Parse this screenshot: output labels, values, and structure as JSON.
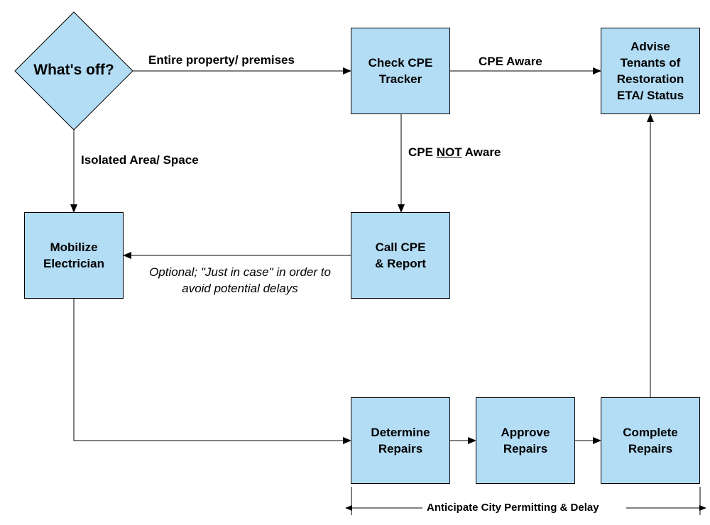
{
  "nodes": {
    "whats_off": "What's off?",
    "check_cpe_1": "Check CPE",
    "check_cpe_2": "Tracker",
    "advise_1": "Advise",
    "advise_2": "Tenants of",
    "advise_3": "Restoration",
    "advise_4": "ETA/ Status",
    "mobilize_1": "Mobilize",
    "mobilize_2": "Electrician",
    "call_cpe_1": "Call CPE",
    "call_cpe_2": "& Report",
    "determine_1": "Determine",
    "determine_2": "Repairs",
    "approve_1": "Approve",
    "approve_2": "Repairs",
    "complete_1": "Complete",
    "complete_2": "Repairs"
  },
  "edges": {
    "entire_property": "Entire property/ premises",
    "cpe_aware": "CPE Aware",
    "cpe_not_aware_pre": "CPE ",
    "cpe_not_aware_not": "NOT",
    "cpe_not_aware_post": " Aware",
    "isolated_area": "Isolated Area/ Space",
    "optional_1": "Optional; \"Just in case\" in order to",
    "optional_2": "avoid potential delays",
    "anticipate": "Anticipate City Permitting & Delay"
  },
  "colors": {
    "box_fill": "#b3dcf5",
    "stroke": "#000000"
  }
}
